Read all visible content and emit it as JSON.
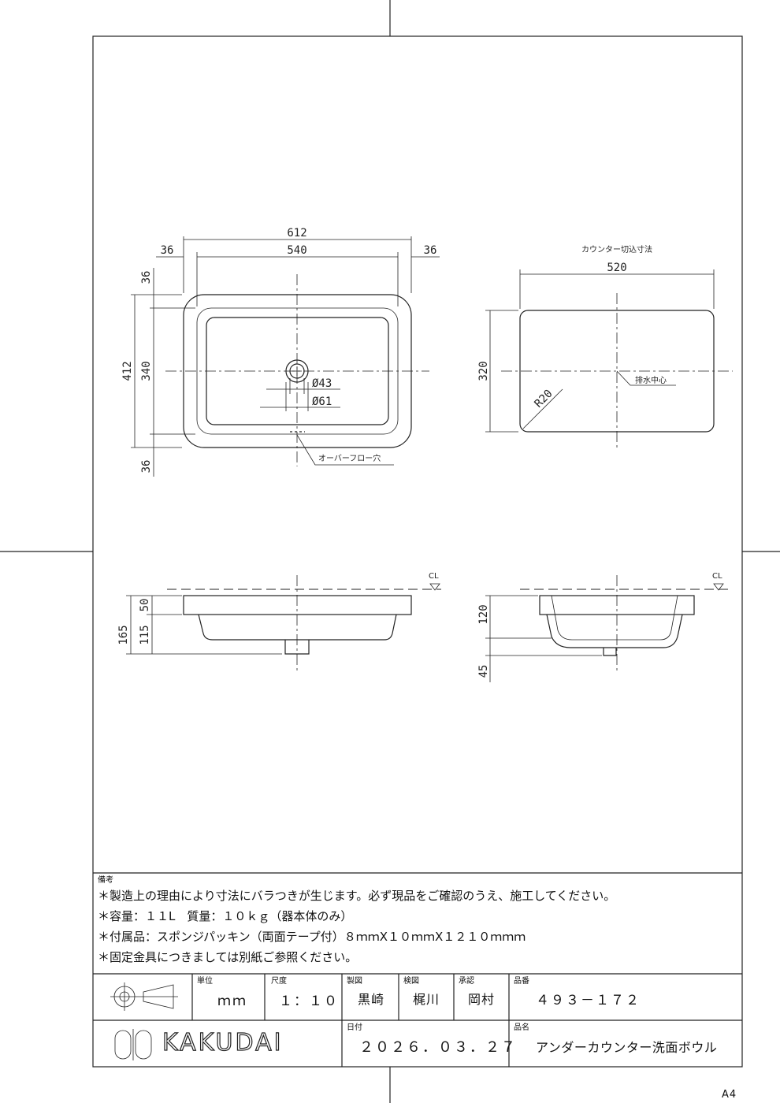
{
  "dimensions": {
    "plan_width_total": "612",
    "plan_width_inner": "540",
    "plan_margin_left": "36",
    "plan_margin_right": "36",
    "plan_margin_top": "36",
    "plan_margin_bottom": "36",
    "plan_depth_total": "412",
    "plan_depth_inner": "340",
    "drain_dia_inner": "Ø43",
    "drain_dia_outer": "Ø61",
    "cutout_title": "カウンター切込寸法",
    "cutout_width": "520",
    "cutout_depth": "320",
    "cutout_radius": "R20",
    "drain_center_label": "排水中心",
    "overflow_label": "オーバーフロー穴",
    "front_height_total": "165",
    "front_rim": "50",
    "front_bowl": "115",
    "side_bowl": "120",
    "side_drain": "45",
    "cl_label": "CL"
  },
  "notes": {
    "header": "備考",
    "lines": [
      "＊製造上の理由により寸法にバラつきが生じます。必ず現品をご確認のうえ、施工してください。",
      "＊容量：１１L　質量：１０ｋｇ（器本体のみ）",
      "＊付属品：スポンジパッキン（両面テープ付）８ｍｍX１０ｍｍX１２１０ｍｍｍ",
      "＊固定金具につきましては別紙ご参照ください。"
    ]
  },
  "title_block": {
    "unit_label": "単位",
    "unit_value": "ｍｍ",
    "scale_label": "尺度",
    "scale_value": "１：１０",
    "drawn_label": "製図",
    "drawn_value": "黒崎",
    "checked_label": "検図",
    "checked_value": "梶川",
    "approved_label": "承認",
    "approved_value": "岡村",
    "part_no_label": "品番",
    "part_no_value": "４９３－１７２",
    "brand": "KAKUDAI",
    "date_label": "日付",
    "date_value": "２０２６．０３．２７",
    "product_label": "品名",
    "product_value": "アンダーカウンター洗面ボウル",
    "sheet_size": "A4"
  }
}
